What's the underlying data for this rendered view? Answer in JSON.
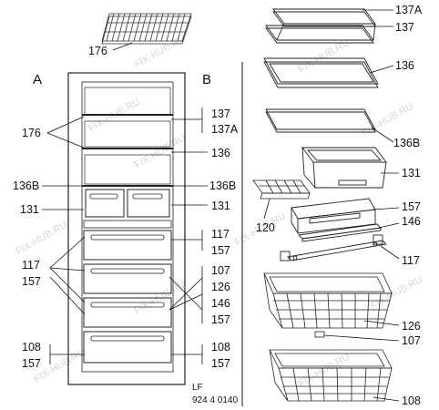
{
  "side_labels": {
    "left": "A",
    "right": "B"
  },
  "footer": {
    "line1": "LF",
    "line2": "924 4 0140"
  },
  "watermark": "FIX-HUB.RU",
  "callouts": {
    "c176_top": "176",
    "c176_left": "176",
    "c137": "137",
    "c137A": "137A",
    "c136": "136",
    "c136B_left": "136B",
    "c136B_right": "136B",
    "c131_left": "131",
    "c131_right": "131",
    "c117_left": "117",
    "c157_left_a": "157",
    "c117_right": "117",
    "c157_right_a": "157",
    "c107_right": "107",
    "c126_right": "126",
    "c146_right": "146",
    "c157_right_b": "157",
    "c108_left": "108",
    "c157_left_b": "157",
    "c108_right": "108",
    "c157_right_c": "157",
    "p137A": "137A",
    "p137": "137",
    "p136": "136",
    "p136B": "136B",
    "p131": "131",
    "p120": "120",
    "p157": "157",
    "p146": "146",
    "p117": "117",
    "p126": "126",
    "p107": "107",
    "p108": "108"
  }
}
